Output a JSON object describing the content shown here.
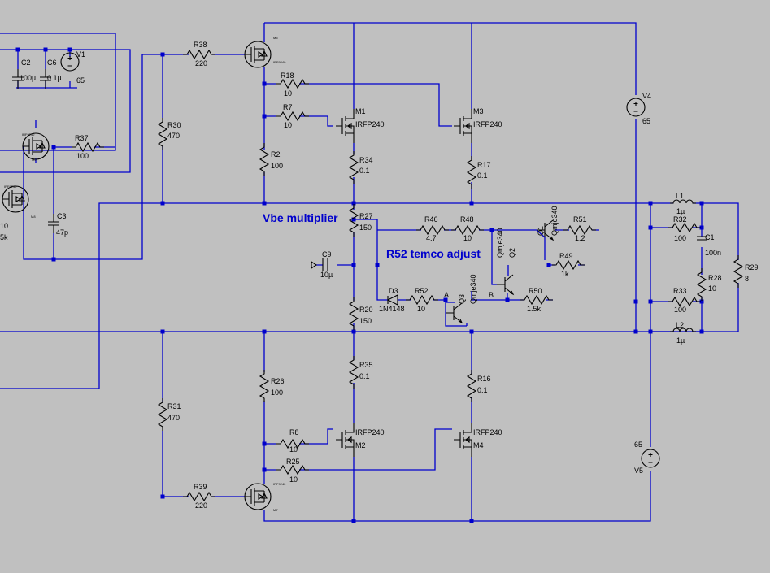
{
  "annotations": {
    "vbe": "Vbe multiplier",
    "r52": "R52 temco adjust"
  },
  "nodes": {
    "a": "A",
    "b": "B"
  },
  "parts": {
    "c2": {
      "name": "C2",
      "value": "100µ"
    },
    "c6": {
      "name": "C6",
      "value": "0.1µ"
    },
    "v1": {
      "name": "V1",
      "value": "65"
    },
    "r38": {
      "name": "R38",
      "value": "220"
    },
    "r30": {
      "name": "R30",
      "value": "470"
    },
    "r37": {
      "name": "R37",
      "value": "100"
    },
    "c3": {
      "name": "C3",
      "value": "47p"
    },
    "r18": {
      "name": "R18",
      "value": "10"
    },
    "r7": {
      "name": "R7",
      "value": "10"
    },
    "m1": {
      "name": "M1",
      "value": "IRFP240"
    },
    "m3": {
      "name": "M3",
      "value": "IRFP240"
    },
    "r2": {
      "name": "R2",
      "value": "100"
    },
    "r34": {
      "name": "R34",
      "value": "0.1"
    },
    "r17": {
      "name": "R17",
      "value": "0.1"
    },
    "v4": {
      "name": "V4",
      "value": "65"
    },
    "r27": {
      "name": "R27",
      "value": "150"
    },
    "r46": {
      "name": "R46",
      "value": "4.7"
    },
    "r48": {
      "name": "R48",
      "value": "10"
    },
    "q1": {
      "name": "Q1",
      "value": "Qmje340"
    },
    "q2": {
      "name": "Q2",
      "value": "Qmje340"
    },
    "q3": {
      "name": "Q3",
      "value": "Qmje340"
    },
    "r51": {
      "name": "R51",
      "value": "1.2"
    },
    "r49": {
      "name": "R49",
      "value": "1k"
    },
    "r50": {
      "name": "R50",
      "value": "1.5k"
    },
    "c9": {
      "name": "C9",
      "value": "10µ"
    },
    "d3": {
      "name": "D3",
      "value": "1N4148"
    },
    "r52": {
      "name": "R52",
      "value": "10"
    },
    "r20": {
      "name": "R20",
      "value": "150"
    },
    "l1": {
      "name": "L1",
      "value": "1µ"
    },
    "r32": {
      "name": "R32",
      "value": "100"
    },
    "c1": {
      "name": "C1",
      "value": "100n"
    },
    "r28": {
      "name": "R28",
      "value": "10"
    },
    "r29": {
      "name": "R29",
      "value": "8"
    },
    "r33": {
      "name": "R33",
      "value": "100"
    },
    "l2": {
      "name": "L2",
      "value": "1µ"
    },
    "r35": {
      "name": "R35",
      "value": "0.1"
    },
    "r16": {
      "name": "R16",
      "value": "0.1"
    },
    "r26": {
      "name": "R26",
      "value": "100"
    },
    "r31": {
      "name": "R31",
      "value": "470"
    },
    "r8": {
      "name": "R8",
      "value": "10"
    },
    "m2": {
      "name": "M2",
      "value": "IRFP240"
    },
    "m4": {
      "name": "M4",
      "value": "IRFP240"
    },
    "r25": {
      "name": "R25",
      "value": "10"
    },
    "v5": {
      "name": "V5",
      "value": "65"
    },
    "r39": {
      "name": "R39",
      "value": "220"
    },
    "r10": {
      "name": "10",
      "value": "5k"
    }
  },
  "tiny_labels": {
    "mt": "IRF9240",
    "ml": "IRF9240",
    "mb": "IRF9240",
    "mt2": "M5",
    "ml2": "M6",
    "mb2": "M7",
    "mb3": "M8"
  }
}
